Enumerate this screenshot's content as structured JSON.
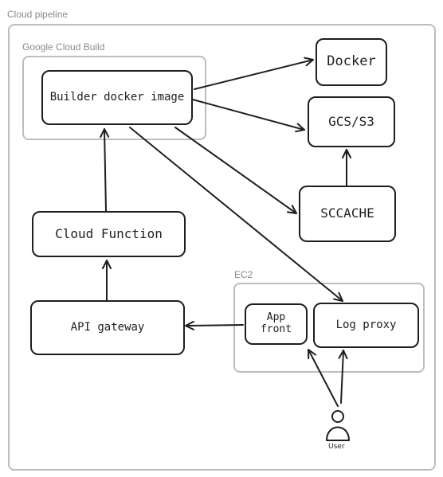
{
  "groups": {
    "cloud_pipeline": "Cloud pipeline",
    "google_cloud_build": "Google Cloud Build",
    "ec2": "EC2"
  },
  "nodes": {
    "builder_docker_image": "Builder docker image",
    "docker": "Docker",
    "gcs_s3": "GCS/S3",
    "sccache": "SCCACHE",
    "cloud_function": "Cloud Function",
    "api_gateway": "API gateway",
    "app_front": "App\nfront",
    "log_proxy": "Log proxy",
    "user": "User"
  },
  "colors": {
    "stroke": "#1e1e1e",
    "group_border": "#bdbdbd",
    "group_title": "#8a8a8a"
  },
  "icons": {
    "user": "user-icon"
  }
}
